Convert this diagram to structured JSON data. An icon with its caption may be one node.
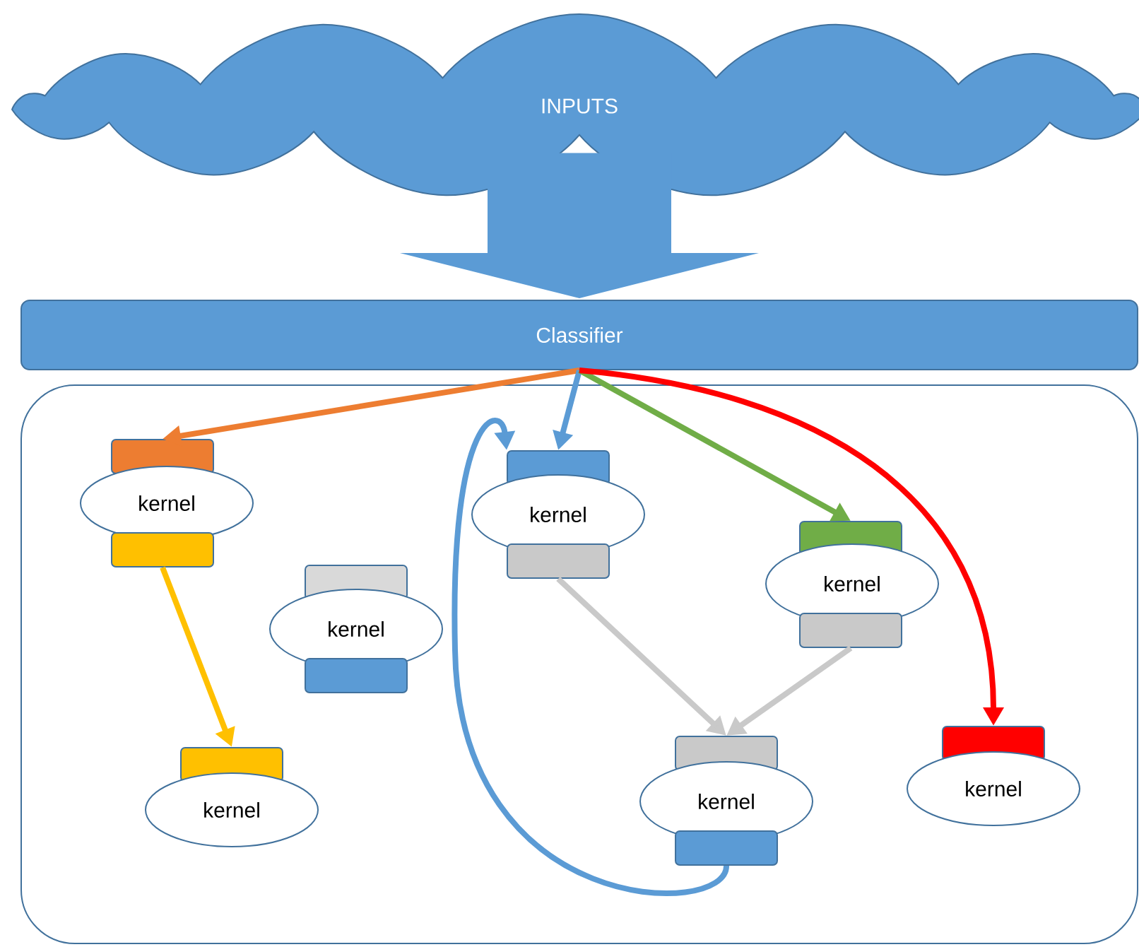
{
  "diagram": {
    "nodes": [
      {
        "text": [
          "INPUTS"
        ]
      },
      {
        "text": [
          "Classifier"
        ]
      },
      {
        "text": [],
        "shape": "box"
      },
      {
        "text": [],
        "shape": "box",
        "in": 2
      },
      {
        "text": [
          "kernel"
        ],
        "in": 2
      },
      {
        "text": [],
        "shape": "box",
        "in": 2
      },
      {
        "text": [],
        "shape": "box",
        "in": 2
      },
      {
        "text": [
          "kernel"
        ],
        "in": 2
      },
      {
        "text": [],
        "shape": "box",
        "in": 2
      },
      {
        "text": [],
        "shape": "box",
        "in": 2
      },
      {
        "text": [
          "kernel"
        ],
        "in": 2
      },
      {
        "text": [],
        "shape": "box",
        "in": 2
      },
      {
        "text": [],
        "shape": "box",
        "in": 2
      },
      {
        "text": [
          "kernel"
        ],
        "in": 2
      },
      {
        "text": [],
        "shape": "box",
        "in": 2
      },
      {
        "text": [],
        "shape": "box",
        "in": 2
      },
      {
        "text": [
          "kernel"
        ],
        "in": 2
      },
      {
        "text": [],
        "shape": "box",
        "in": 2
      },
      {
        "text": [
          "kernel"
        ],
        "in": 2
      },
      {
        "text": [],
        "shape": "box",
        "in": 2
      },
      {
        "text": [],
        "shape": "box",
        "in": 2
      },
      {
        "text": [
          "kernel"
        ],
        "in": 2
      }
    ],
    "edges": [
      {
        "from": 0,
        "to": 1,
        "arrow": "to",
        "style": "thick",
        "color": "#5b9bd5"
      },
      {
        "from": 1,
        "to": 3,
        "arrow": "to",
        "color": "#ed7d31"
      },
      {
        "from": 1,
        "to": 9,
        "arrow": "to",
        "color": "#5b9bd5"
      },
      {
        "from": 1,
        "to": 12,
        "arrow": "to",
        "color": "#70ad47"
      },
      {
        "from": 1,
        "to": 20,
        "arrow": "to",
        "color": "#ff0000"
      },
      {
        "from": 5,
        "to": 15,
        "arrow": "to",
        "color": "#ffc000"
      },
      {
        "from": 11,
        "to": 17,
        "arrow": "to",
        "color": "#c9c9c9"
      },
      {
        "from": 14,
        "to": 17,
        "arrow": "to",
        "color": "#c9c9c9"
      },
      {
        "from": 19,
        "to": 9,
        "arrow": "to",
        "color": "#5b9bd5"
      }
    ]
  }
}
